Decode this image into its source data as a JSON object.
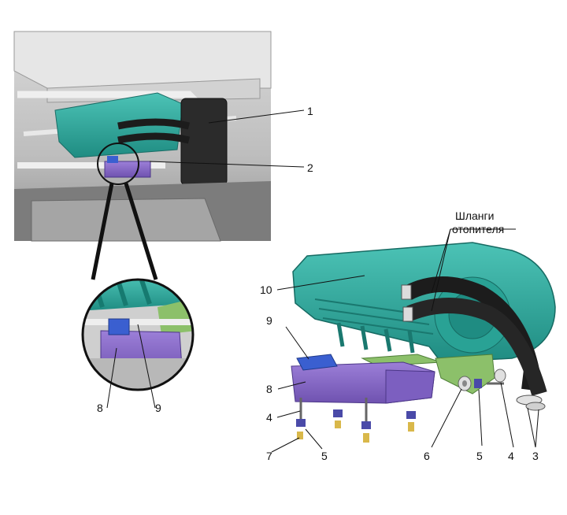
{
  "callouts": {
    "c1": "1",
    "c2": "2",
    "c3": "3",
    "c4a": "4",
    "c4b": "4",
    "c5a": "5",
    "c5b": "5",
    "c6": "6",
    "c7": "7",
    "c8_zoom": "8",
    "c8_main": "8",
    "c9_zoom": "9",
    "c9_main": "9",
    "c10": "10"
  },
  "hoses_label": {
    "line1": "Шланги",
    "line2": "отопителя"
  },
  "colors": {
    "heater_body": "#2aa79a",
    "bracket": "#8a68c8",
    "clip": "#3a5fd0",
    "plate": "#8cc06a",
    "hose": "#1c1c1c",
    "photo_bg": "#c8c8c8"
  }
}
